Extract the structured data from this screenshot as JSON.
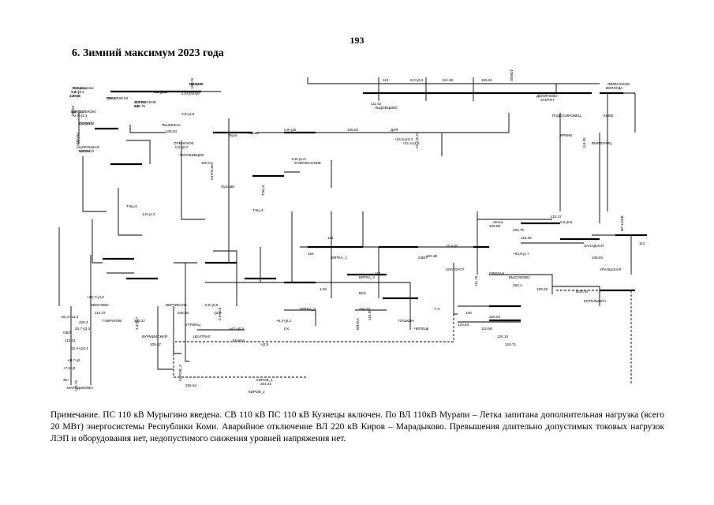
{
  "page": {
    "number": "193",
    "heading": "6. Зимний максимум 2023 года"
  },
  "note": "Примечание. ПС 110 кВ Мурыгино введена. СВ 110 кВ ПС 110 кВ Кузнецы включен. По ВЛ 110кВ Мурапи – Летка запитана дополнительная нагрузка (всего 20 МВт) энергосистемы Республики Коми. Аварийное отключение ВЛ 220 кВ Киров – Марадыково. Превышения длительно допустимых токовых нагрузок ЛЭП и оборудования нет, недопустимого снижения уровней напряжения нет.",
  "diagram": {
    "labels": [
      "Понасырево",
      "7,6+j7,4",
      "108.66",
      "ГОСТЕЛЕКОМ",
      "108.64",
      "0,5-j10,1",
      "ЦЯРНЦКАЯ",
      "105.34",
      "ПРАК 108.63",
      "ЗАРОВСКОЕ",
      "108.75",
      "0,2-j0,5+",
      "ПИЖЕМ",
      "109.23",
      "1,0+j0,9+j0",
      "3,8+j2,8",
      "ПЫЖЕКНА",
      "108.83",
      "ОРЕНСКОЕ",
      "0,5+j0,7",
      "ГОЛУБЕВЦЕВ",
      "100.0",
      "Котельнич",
      "Лузский",
      "Луза",
      "Киров",
      "0,9+j30",
      "108.53",
      "ДЛЯ",
      "+24,8-j23,3",
      "+22,3+j1,4",
      "22,2-j5,5+",
      "6,8+j3,4+",
      "ЧУЖЕЛЕНСКИЕ",
      "111.82",
      "ЛЬДОВЦЕВО",
      "113",
      "8,0+j3,2",
      "124.69",
      "125.61",
      "ЛЕВОЙ",
      "ДЕМЯНОВО",
      "ЗАМЧУГ",
      "ПОДОСИНОВЕЦ",
      "ЯРКИЕ",
      "ЯВЛЕНСКОЕ",
      "ВОЛОГДА",
      "КИЕВ",
      "ВЫРЕЗЧИЦ",
      "113.55",
      "Летка",
      "109.86",
      "230.75",
      "115.46",
      "+53,8-j1,7",
      "15,4+j0",
      "220 кВ",
      "ОЛИЗАН",
      "111.16",
      "109,28",
      "110.37",
      "0,5-j0,8",
      "ЗАПАДНАЯ",
      "108.84",
      "УРАЛЬСКАЯ",
      "ВОЛГИ",
      "КОТЕЛЬНИЧ",
      "ВЛ 110кВ",
      "114",
      "131",
      "154",
      "1.25",
      "ВЯТКА_1",
      "ВЯТКА_2",
      "ВЯТКА_3",
      "254.25",
      "115.95",
      "СВЕТ",
      "Т-3",
      "130",
      "120.04",
      "120.53",
      "120.90",
      "120.13",
      "120.71",
      "ВЯТКА",
      "ПУШКИН",
      "ЧЕПЕЦК",
      "ЗЛАТОУСТ",
      "ВЫСОКОВО",
      "252.1",
      "254.41",
      "КИРОВ_2",
      "КИРОВ_1",
      "КИРОВ_3",
      "255.54",
      "ОБЛ",
      "112.01",
      "12,4+j10,4",
      "+j0,7+j2",
      "+7,5+j0",
      "35+",
      "МАРАДЫКОВО",
      "224.75",
      "226.4",
      "20,7+j3,3",
      "50,3+j11,0",
      "+20,7+j4,8",
      "ЗВОНОВО",
      "110.37",
      "ГАВРИЛОВ",
      "108.27",
      "3,4+j0,7",
      "ВУРМИНСКИЙ",
      "109.57",
      "ВЕРТИКАЛЬ",
      "108.80",
      "УТРИНЦ",
      "ЦЕНТРАЛ",
      "0,5+j9,6",
      "+j2,5",
      "0,5+j0,6",
      "+4,1+j0,5",
      "ЕНАКА",
      "+j2,9",
      "+6,3+j0,2",
      "СК",
      "ВСК",
      "118",
      "ТЭЦ-4",
      "ТЭЦ-5",
      "ТЭЦ-3",
      "1,0+j1,3",
      "8,0+j3,1",
      "3,4+j1",
      "1,2+j4",
      "1,6+j2,5",
      "2,5+j1,1",
      "ЛОПАРИ",
      "КУМЕНЫ",
      "КОЛЕСО",
      "108.37",
      "110.24",
      "0,0",
      "3,6+j2,1",
      "0,9+j2,3"
    ]
  }
}
